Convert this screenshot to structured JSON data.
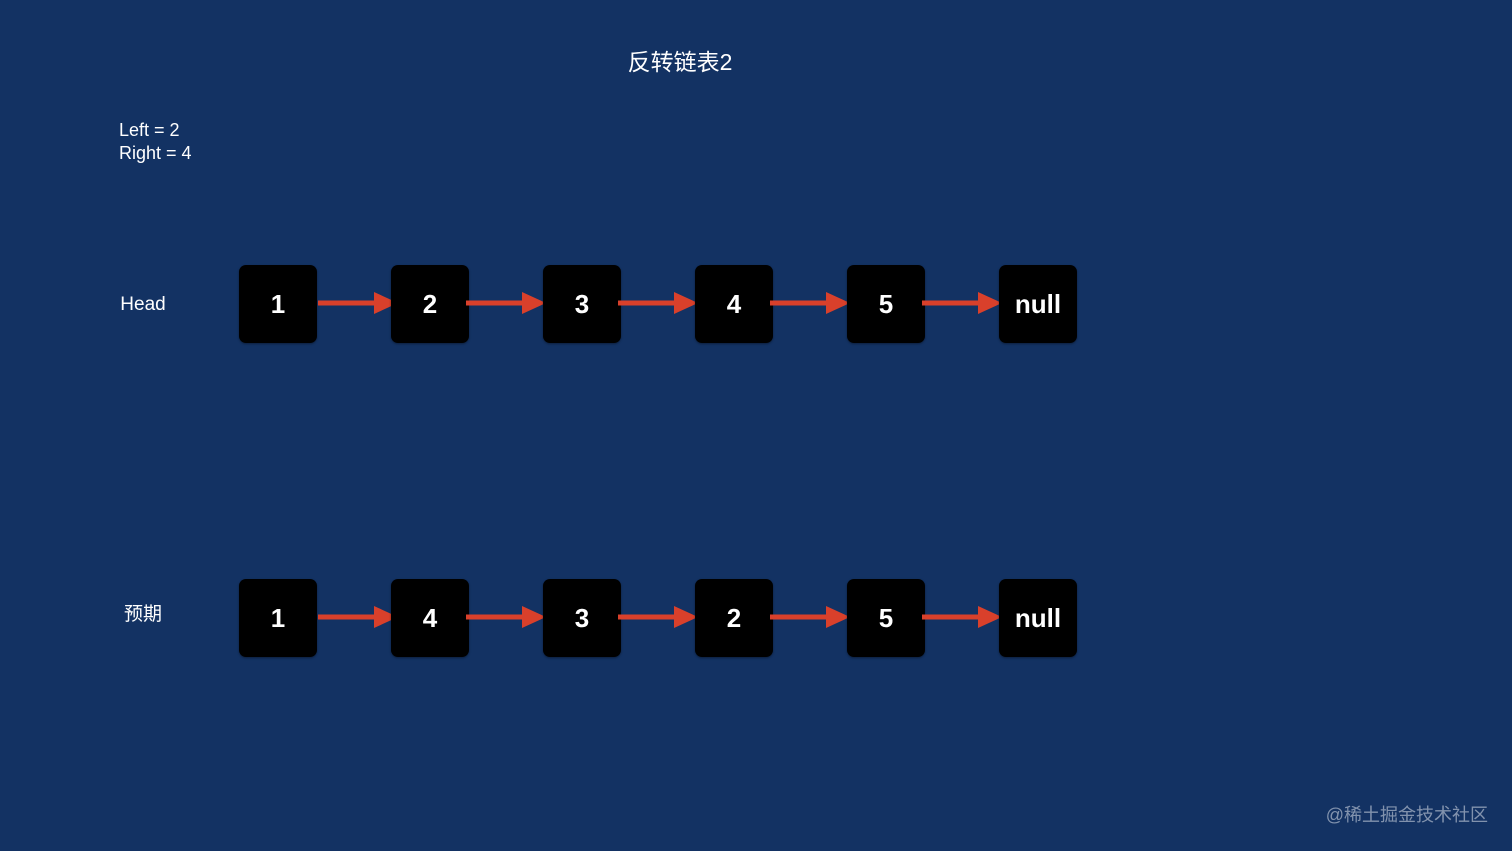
{
  "title": "反转链表2",
  "params": {
    "left": "Left = 2",
    "right": "Right = 4"
  },
  "rows": [
    {
      "label": "Head",
      "nodes": [
        "1",
        "2",
        "3",
        "4",
        "5",
        "null"
      ]
    },
    {
      "label": "预期",
      "nodes": [
        "1",
        "4",
        "3",
        "2",
        "5",
        "null"
      ]
    }
  ],
  "watermark": "@稀土掘金技术社区",
  "colors": {
    "background": "#133263",
    "node": "#000000",
    "arrow": "#d9402b",
    "text": "#ffffff"
  }
}
